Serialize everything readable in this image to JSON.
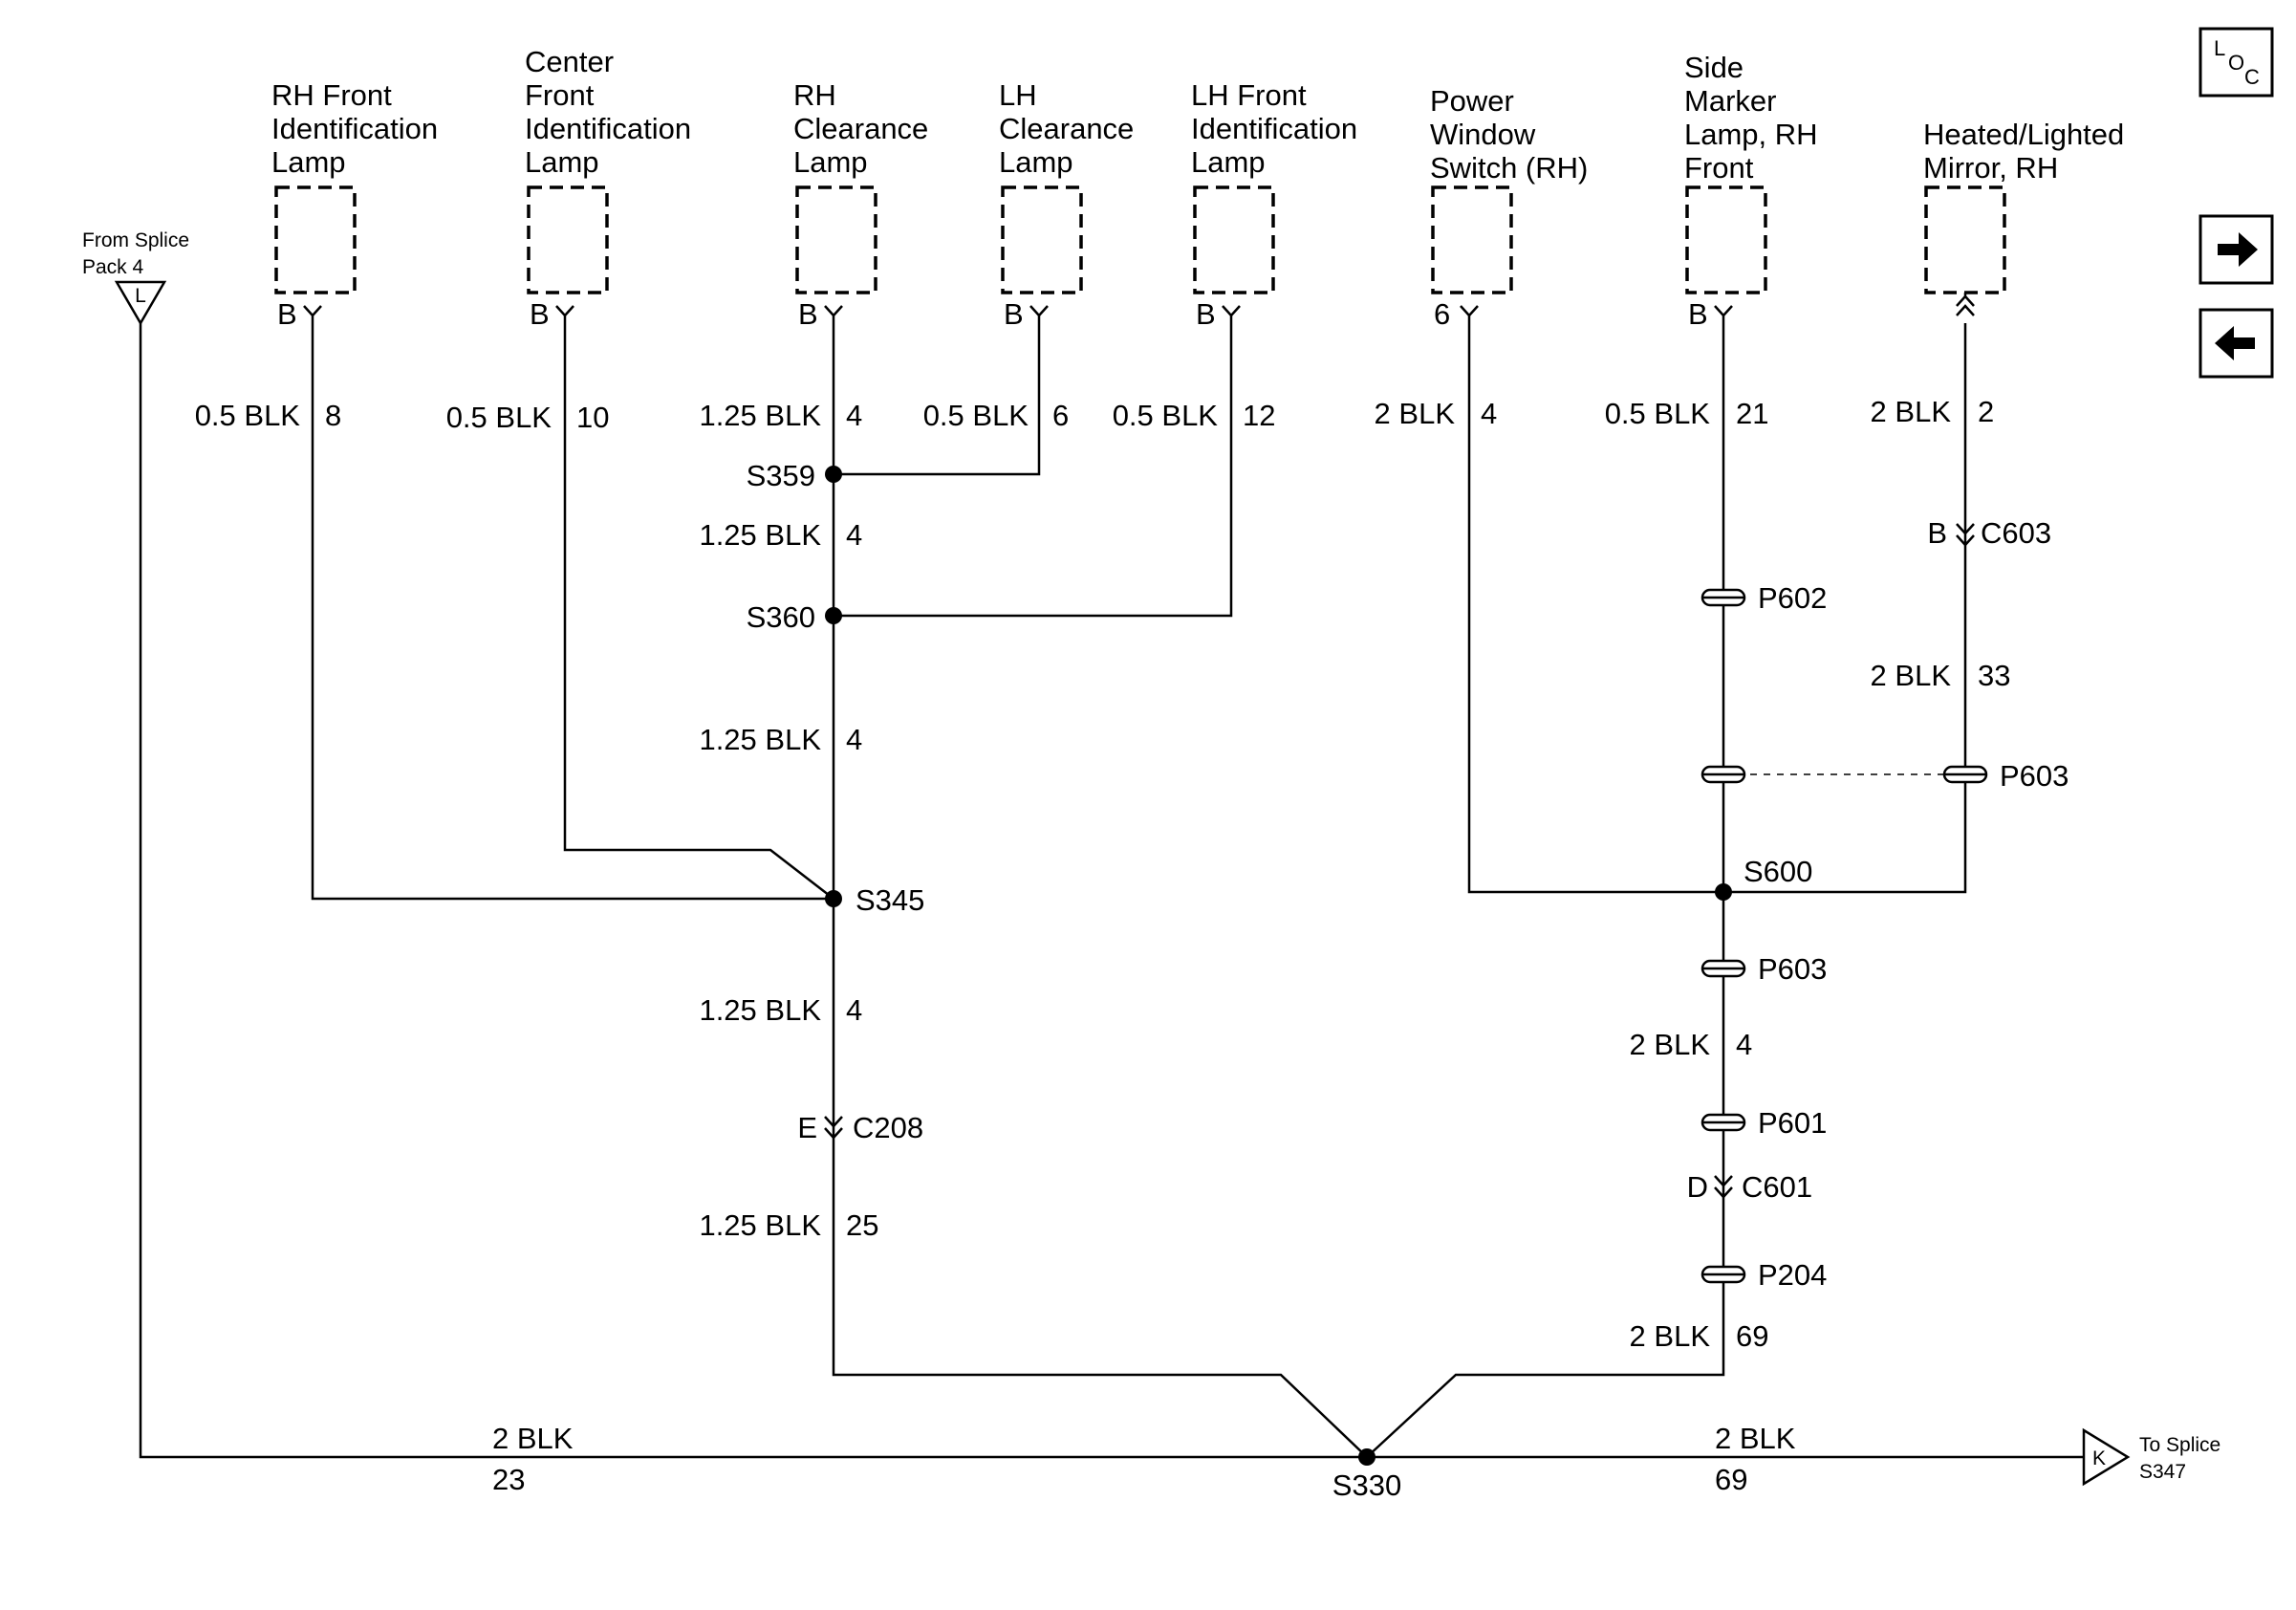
{
  "components": [
    {
      "lines": [
        "RH Front",
        "Identification",
        "Lamp"
      ],
      "pin": "B"
    },
    {
      "lines": [
        "Center",
        "Front",
        "Identification",
        "Lamp"
      ],
      "pin": "B"
    },
    {
      "lines": [
        "RH",
        "Clearance",
        "Lamp"
      ],
      "pin": "B"
    },
    {
      "lines": [
        "LH",
        "Clearance",
        "Lamp"
      ],
      "pin": "B"
    },
    {
      "lines": [
        "LH Front",
        "Identification",
        "Lamp"
      ],
      "pin": "B"
    },
    {
      "lines": [
        "Power",
        "Window",
        "Switch (RH)"
      ],
      "pin": "6"
    },
    {
      "lines": [
        "Side",
        "Marker",
        "Lamp, RH",
        "Front"
      ],
      "pin": "B"
    },
    {
      "lines": [
        "Heated/Lighted",
        "Mirror, RH"
      ],
      "pin": ""
    }
  ],
  "wires": [
    {
      "size": "0.5 BLK",
      "circuit": "8"
    },
    {
      "size": "0.5 BLK",
      "circuit": "10"
    },
    {
      "size": "1.25 BLK",
      "circuit": "4"
    },
    {
      "size": "0.5 BLK",
      "circuit": "6"
    },
    {
      "size": "0.5 BLK",
      "circuit": "12"
    },
    {
      "size": "1.25 BLK",
      "circuit": "4"
    },
    {
      "size": "1.25 BLK",
      "circuit": "4"
    },
    {
      "size": "1.25 BLK",
      "circuit": "4"
    },
    {
      "size": "1.25 BLK",
      "circuit": "25"
    },
    {
      "size": "2 BLK",
      "circuit": "4"
    },
    {
      "size": "0.5 BLK",
      "circuit": "21"
    },
    {
      "size": "2 BLK",
      "circuit": "2"
    },
    {
      "size": "2 BLK",
      "circuit": "33"
    },
    {
      "size": "2 BLK",
      "circuit": "4"
    },
    {
      "size": "2 BLK",
      "circuit": "69"
    },
    {
      "size": "2 BLK",
      "circuit": "23"
    },
    {
      "size": "2 BLK",
      "circuit": "69"
    }
  ],
  "splices": [
    "S359",
    "S360",
    "S345",
    "S600",
    "S330"
  ],
  "connectors": [
    {
      "pin": "E",
      "name": "C208"
    },
    {
      "pin": "B",
      "name": "C603"
    },
    {
      "pin": "D",
      "name": "C601"
    }
  ],
  "pass_throughs": [
    "P602",
    "P603",
    "P603",
    "P601",
    "P204"
  ],
  "off_page": {
    "from": {
      "lines": [
        "From Splice",
        "Pack 4"
      ],
      "letter": "L"
    },
    "to": {
      "lines": [
        "To Splice",
        "S347"
      ],
      "letter": "K"
    }
  },
  "nav": {
    "loc_l": "L",
    "loc_o": "O",
    "loc_c": "C"
  }
}
